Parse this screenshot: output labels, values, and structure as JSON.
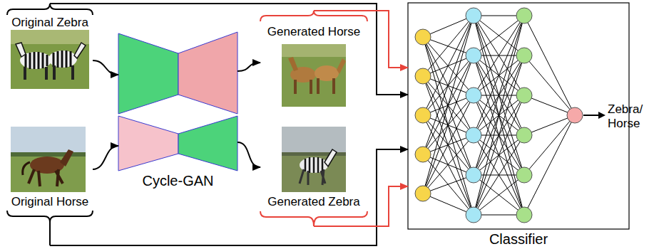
{
  "diagram": {
    "nodes": [
      {
        "text": [
          "Original Zebra"
        ]
      },
      {
        "text": [
          "Original Horse"
        ]
      },
      {
        "text": [
          "Cycle-GAN"
        ]
      },
      {
        "text": [
          "Generated Horse"
        ]
      },
      {
        "text": [
          "Generated Zebra"
        ]
      },
      {
        "text": [
          "Classifier"
        ]
      }
    ],
    "edges": [
      {
        "from": 0,
        "to": 2,
        "arrow": "to"
      },
      {
        "from": 2,
        "to": 3,
        "arrow": "to"
      },
      {
        "from": 1,
        "to": 2,
        "arrow": "to"
      },
      {
        "from": 2,
        "to": 4,
        "arrow": "to"
      },
      {
        "from": 0,
        "to": 5,
        "arrow": "to"
      },
      {
        "from": 3,
        "to": 5,
        "arrow": "to"
      },
      {
        "from": 1,
        "to": 5,
        "arrow": "to"
      },
      {
        "from": 4,
        "to": 5,
        "arrow": "to"
      }
    ],
    "labels": [
      "Zebra/ Horse"
    ]
  }
}
